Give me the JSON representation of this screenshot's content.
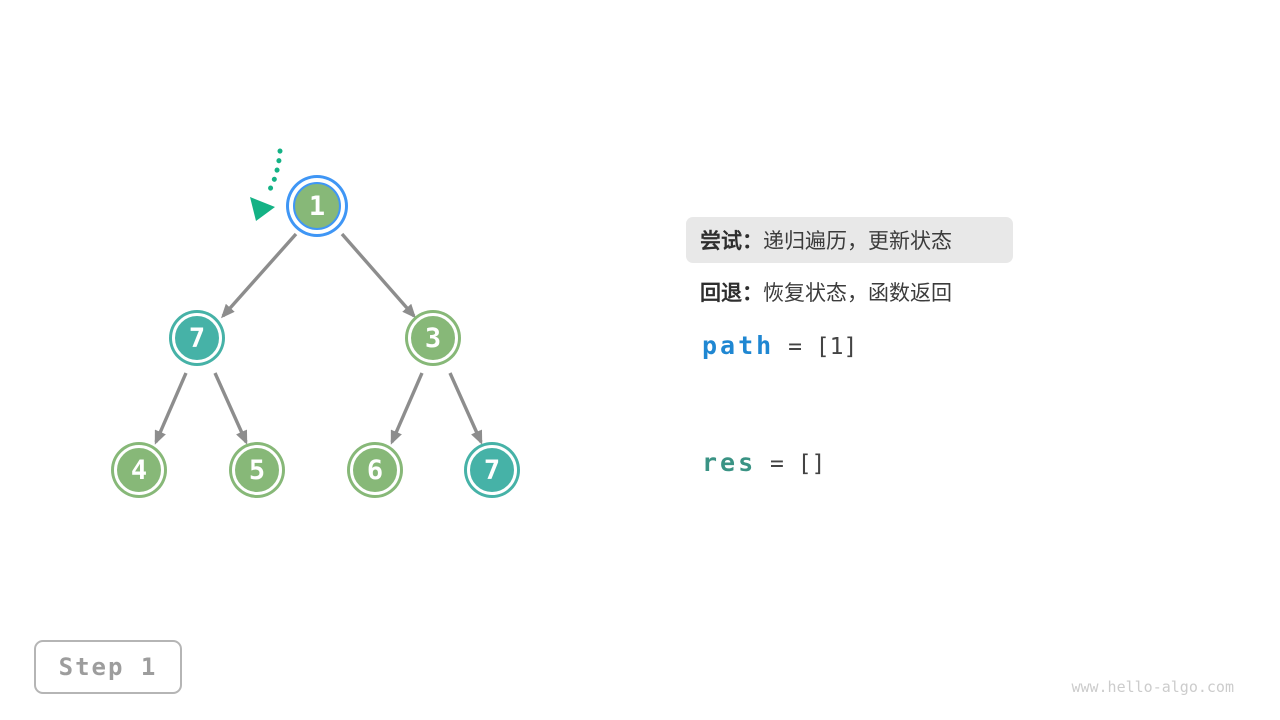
{
  "figure": {
    "step_label": "Step 1",
    "watermark": "www.hello-algo.com"
  },
  "palette": {
    "node_green": "#87b878",
    "node_teal": "#46b2a7",
    "current_node_ring_blue": "#3f96f5",
    "edge_gray": "#8d8d8d",
    "pointer_emerald": "#14b285",
    "path_var_blue": "#1f87d2",
    "res_var_teal": "#3a9384",
    "highlight_bg": "#e8e8e8"
  },
  "tree": {
    "nodes": [
      {
        "value": "1",
        "color": "green",
        "state": "current"
      },
      {
        "value": "7",
        "color": "teal",
        "state": "normal"
      },
      {
        "value": "3",
        "color": "green",
        "state": "normal"
      },
      {
        "value": "4",
        "color": "green",
        "state": "normal"
      },
      {
        "value": "5",
        "color": "green",
        "state": "normal"
      },
      {
        "value": "6",
        "color": "green",
        "state": "normal"
      },
      {
        "value": "7",
        "color": "teal",
        "state": "normal"
      }
    ]
  },
  "panel": {
    "try": {
      "label": "尝试：",
      "text": "递归遍历，更新状态"
    },
    "backtrack": {
      "label": "回退：",
      "text": "恢复状态，函数返回"
    },
    "path": {
      "name": "path",
      "value": " = [1]"
    },
    "res": {
      "name": "res",
      "value": " = []"
    }
  }
}
